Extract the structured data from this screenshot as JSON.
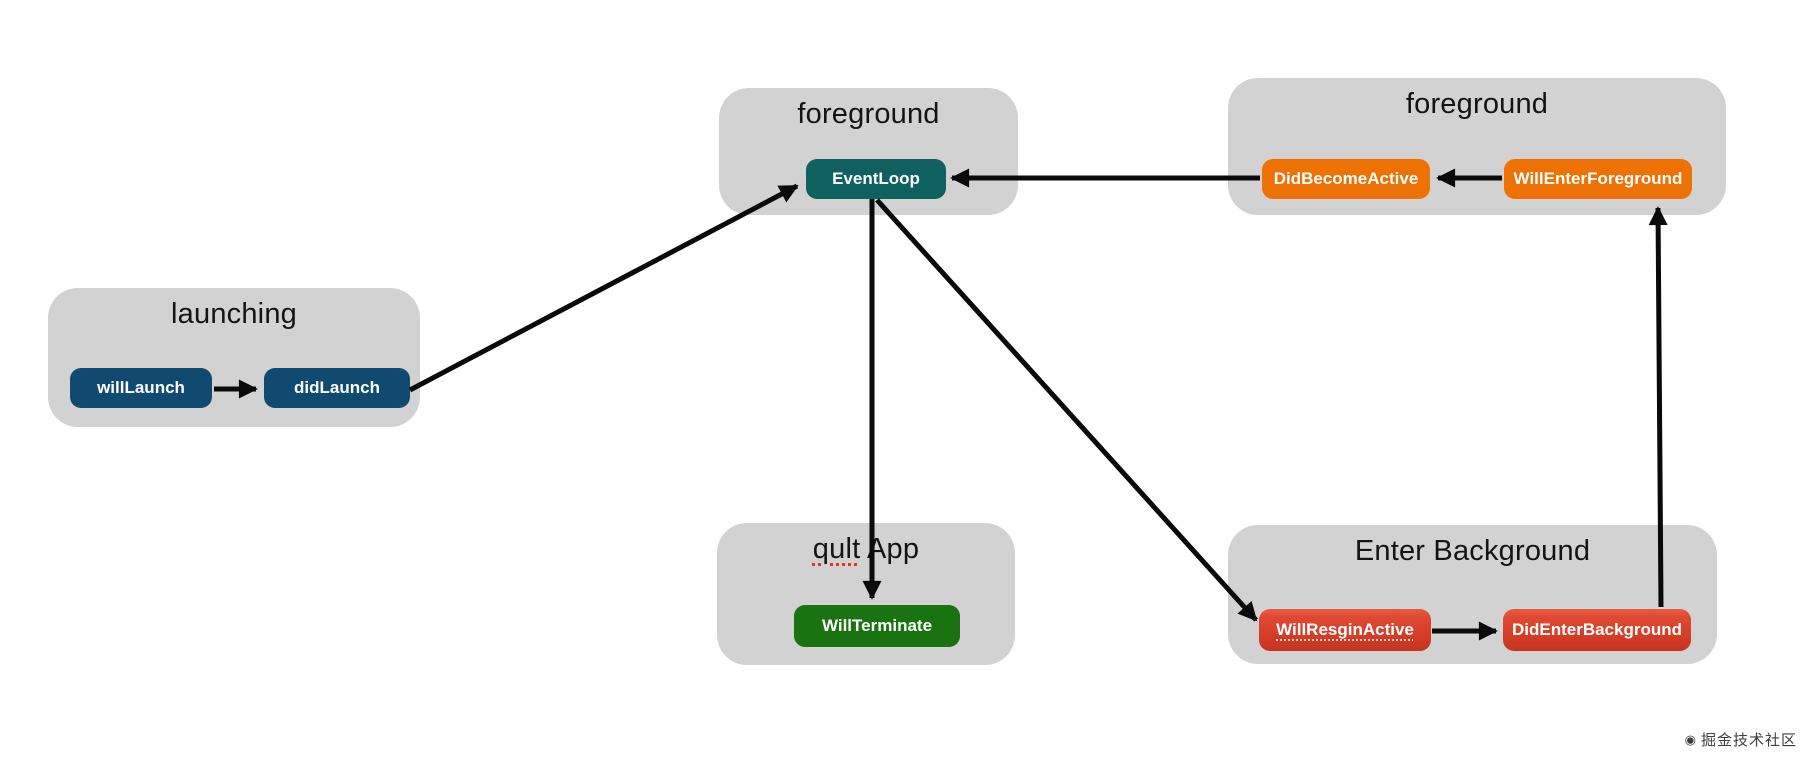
{
  "diagram": {
    "groups": [
      {
        "id": "launching",
        "title": "launching",
        "nodes": [
          {
            "id": "willLaunch",
            "label": "willLaunch"
          },
          {
            "id": "didLaunch",
            "label": "didLaunch"
          }
        ]
      },
      {
        "id": "foreground_top",
        "title": "foreground",
        "nodes": [
          {
            "id": "eventLoop",
            "label": "EventLoop"
          }
        ]
      },
      {
        "id": "foreground_right",
        "title": "foreground",
        "nodes": [
          {
            "id": "didBecomeActive",
            "label": "DidBecomeActive"
          },
          {
            "id": "willEnterForeground",
            "label": "WillEnterForeground"
          }
        ]
      },
      {
        "id": "quit_app",
        "title_word": "qult",
        "title_rest": " App",
        "nodes": [
          {
            "id": "willTerminate",
            "label": "WillTerminate"
          }
        ]
      },
      {
        "id": "enter_background",
        "title": "Enter Background",
        "nodes": [
          {
            "id": "willResginActive",
            "label": "WillResginActive"
          },
          {
            "id": "didEnterBackground",
            "label": "DidEnterBackground"
          }
        ]
      }
    ],
    "edges": [
      {
        "from": "willLaunch",
        "to": "didLaunch"
      },
      {
        "from": "didLaunch",
        "to": "EventLoop"
      },
      {
        "from": "DidBecomeActive",
        "to": "EventLoop"
      },
      {
        "from": "WillEnterForeground",
        "to": "DidBecomeActive"
      },
      {
        "from": "EventLoop",
        "to": "WillTerminate"
      },
      {
        "from": "EventLoop",
        "to": "WillResginActive"
      },
      {
        "from": "WillResginActive",
        "to": "DidEnterBackground"
      },
      {
        "from": "DidEnterBackground",
        "to": "WillEnterForeground"
      }
    ],
    "colors": {
      "group_background": "#d2d2d2",
      "launch_navy": "#114a70",
      "eventloop_teal": "#0e615e",
      "foreground_orange": "#ed7103",
      "terminate_green": "#187310",
      "background_red": "#d8422c",
      "arrow_black": "#0a0a0a"
    }
  },
  "watermark": {
    "icon": "juejin-logo",
    "icon_glyph": "◉",
    "text": "掘金技术社区"
  }
}
